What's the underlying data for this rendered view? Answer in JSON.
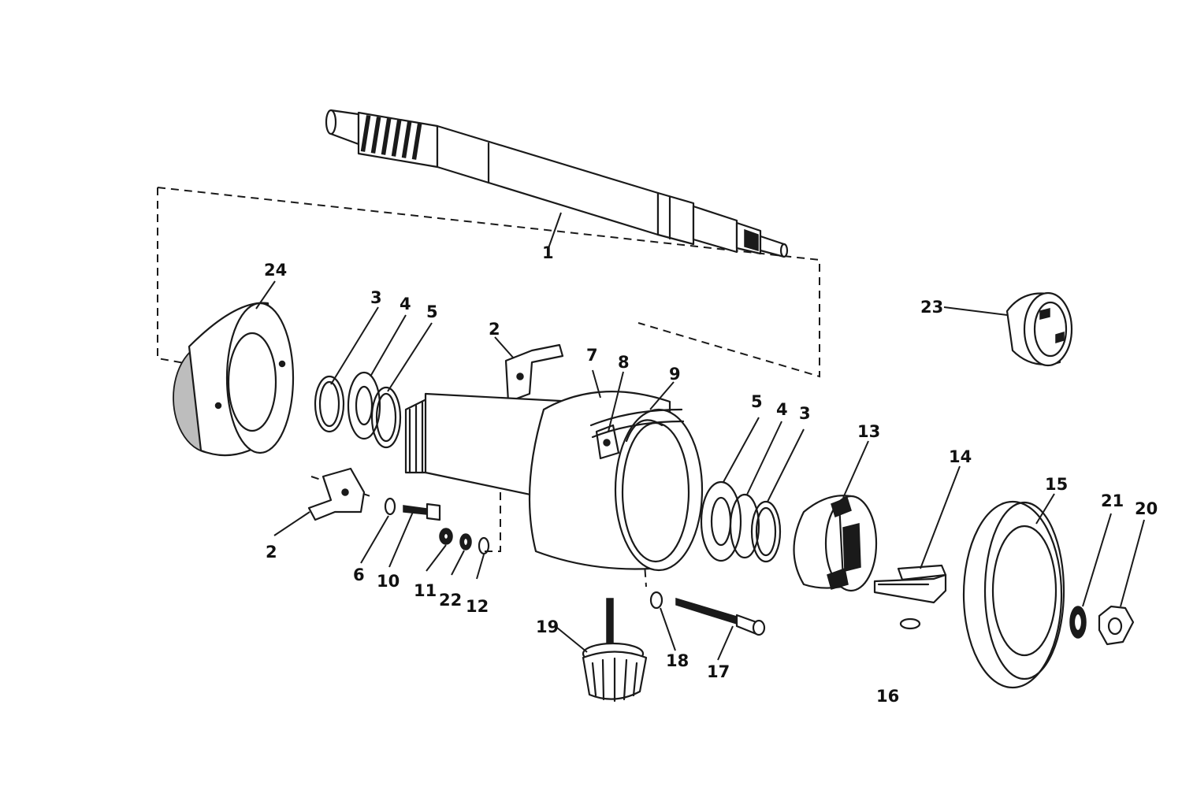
{
  "diagram": {
    "part_labels": [
      {
        "id": "1",
        "text": "1"
      },
      {
        "id": "2a",
        "text": "2"
      },
      {
        "id": "2b",
        "text": "2"
      },
      {
        "id": "3a",
        "text": "3"
      },
      {
        "id": "3b",
        "text": "3"
      },
      {
        "id": "4a",
        "text": "4"
      },
      {
        "id": "4b",
        "text": "4"
      },
      {
        "id": "5a",
        "text": "5"
      },
      {
        "id": "5b",
        "text": "5"
      },
      {
        "id": "6",
        "text": "6"
      },
      {
        "id": "7",
        "text": "7"
      },
      {
        "id": "8",
        "text": "8"
      },
      {
        "id": "9",
        "text": "9"
      },
      {
        "id": "10",
        "text": "10"
      },
      {
        "id": "11",
        "text": "11"
      },
      {
        "id": "12",
        "text": "12"
      },
      {
        "id": "13",
        "text": "13"
      },
      {
        "id": "14",
        "text": "14"
      },
      {
        "id": "15",
        "text": "15"
      },
      {
        "id": "16",
        "text": "16"
      },
      {
        "id": "17",
        "text": "17"
      },
      {
        "id": "18",
        "text": "18"
      },
      {
        "id": "19",
        "text": "19"
      },
      {
        "id": "20",
        "text": "20"
      },
      {
        "id": "21",
        "text": "21"
      },
      {
        "id": "22",
        "text": "22"
      },
      {
        "id": "23",
        "text": "23"
      },
      {
        "id": "24",
        "text": "24"
      }
    ]
  }
}
